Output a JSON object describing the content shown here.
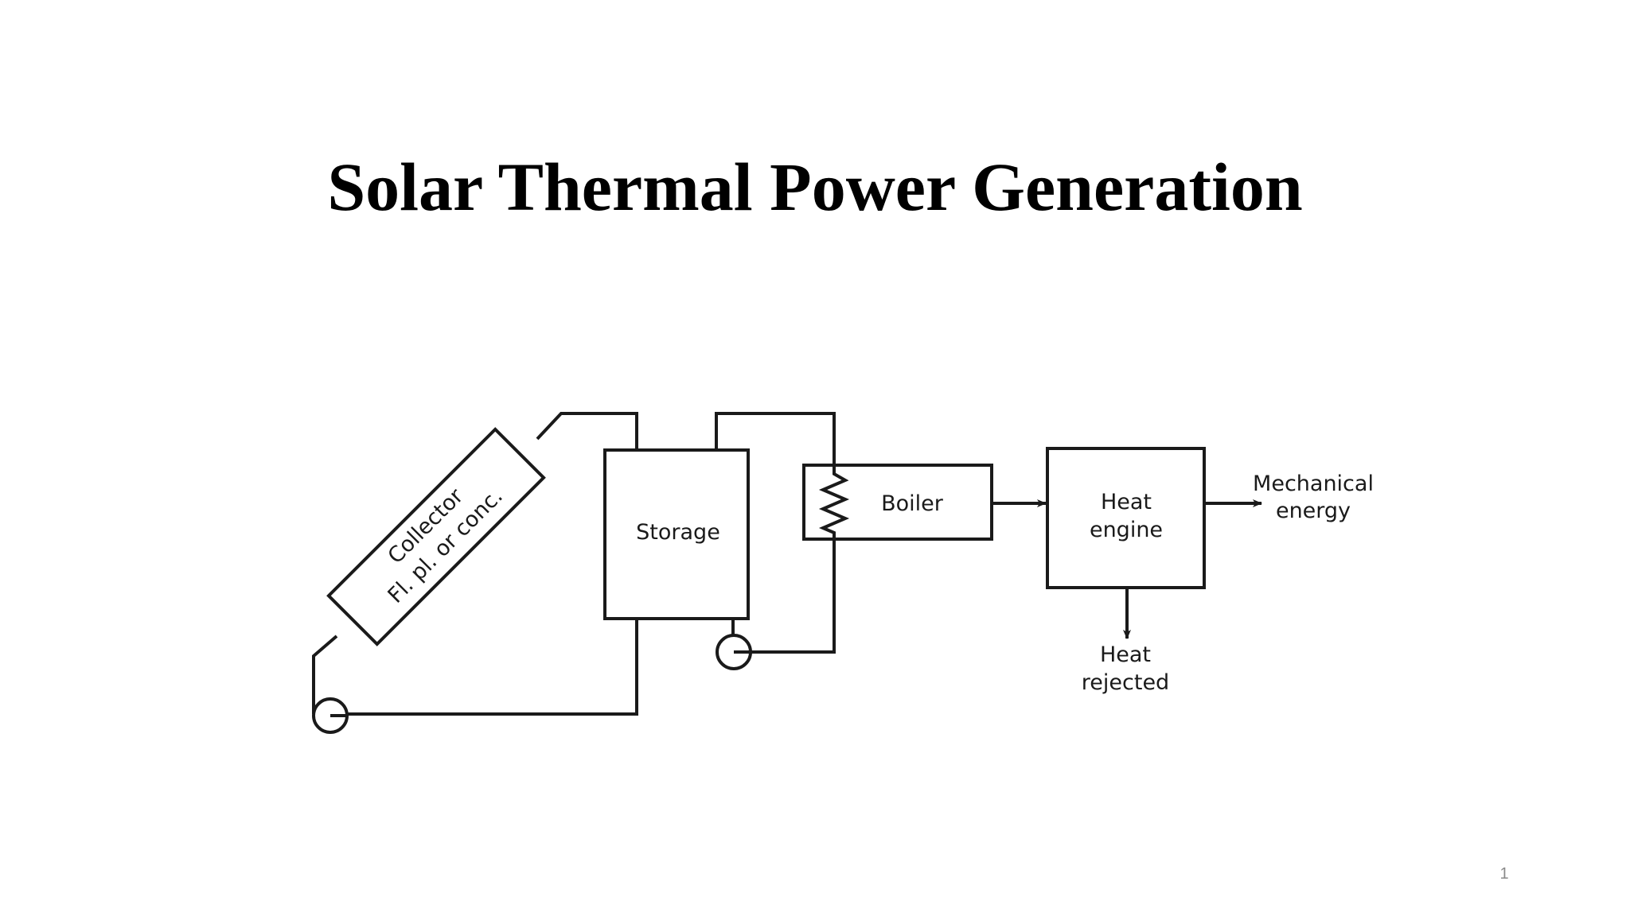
{
  "slide": {
    "title": "Solar Thermal Power Generation",
    "page_number": "1"
  },
  "diagram": {
    "collector": {
      "line1": "Collector",
      "line2": "Fl. pl. or conc."
    },
    "storage": {
      "label": "Storage"
    },
    "boiler": {
      "label": "Boiler"
    },
    "heat_engine": {
      "line1": "Heat",
      "line2": "engine"
    },
    "output": {
      "line1": "Mechanical",
      "line2": "energy"
    },
    "rejected": {
      "line1": "Heat",
      "line2": "rejected"
    }
  }
}
